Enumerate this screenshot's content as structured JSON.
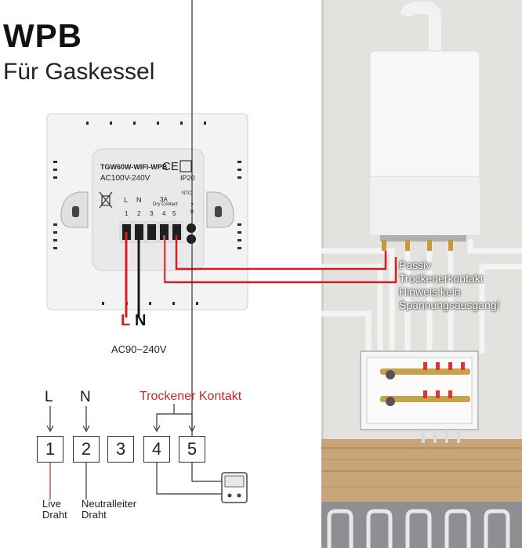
{
  "header": {
    "title": "WPB",
    "subtitle": "Für Gaskessel"
  },
  "device": {
    "model": "TGW60W-WIFI-WPB",
    "voltage": "AC100V-240V",
    "ip_rating": "IP20",
    "ce_mark": "CE",
    "rating": "3A",
    "contact_type": "Dry Contact",
    "ntc_label": "NTC",
    "term_L": "L",
    "term_N": "N",
    "terminals_top": [
      "1",
      "2",
      "3",
      "4",
      "5"
    ],
    "ntc_terms": [
      "7",
      "8"
    ]
  },
  "supply": {
    "l_label": "L",
    "n_label": "N",
    "voltage": "AC90~240V",
    "l_color": "#d11f1f"
  },
  "boiler_note": {
    "line1": "Passiv",
    "line2": "Trockenerkontakt",
    "line3": "Hinweis:kein",
    "line4": "Spannungsausgang!"
  },
  "schematic": {
    "L": "L",
    "N": "N",
    "dry_contact_label": "Trockener Kontakt",
    "terminals": [
      "1",
      "2",
      "3",
      "4",
      "5"
    ],
    "live_label": [
      "Live",
      "Draht"
    ],
    "neutral_label": [
      "Neutralleiter",
      "Draht"
    ],
    "accent_color": "#c62828"
  }
}
